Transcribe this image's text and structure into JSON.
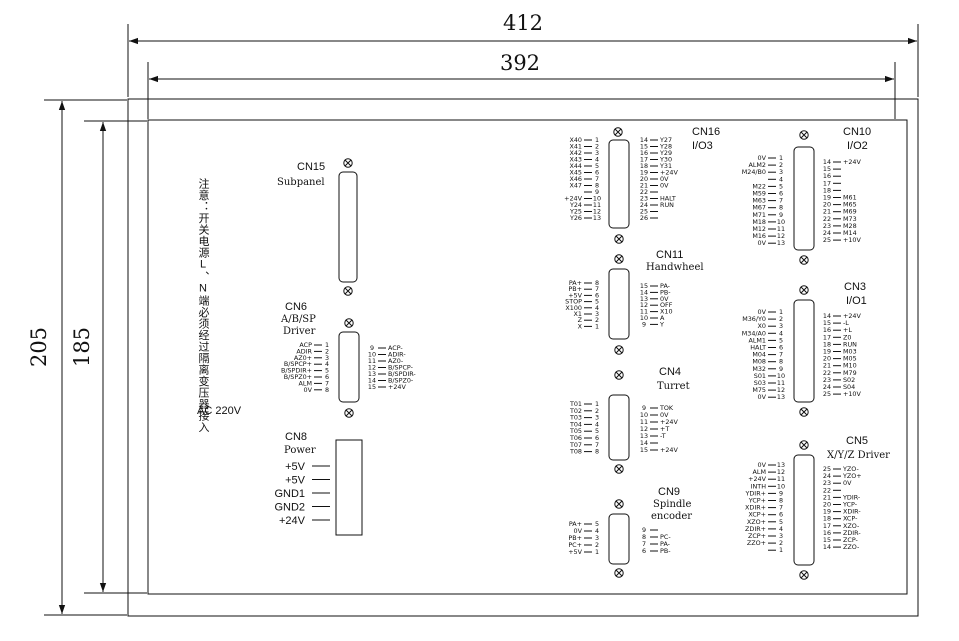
{
  "dimensions": {
    "outer_width": "412",
    "inner_width": "392",
    "outer_height": "205",
    "inner_height": "185"
  },
  "note": {
    "vertical_text": "注意：开关电源L、N端必须经过隔离变压器接入",
    "voltage": "AC 220V"
  },
  "connectors": {
    "cn15": {
      "name": "CN15",
      "subtitle": "Subpanel"
    },
    "cn6": {
      "name": "CN6",
      "subtitle1": "A/B/SP",
      "subtitle2": "Driver",
      "left": [
        [
          "ACP",
          "1"
        ],
        [
          "ADIR",
          "2"
        ],
        [
          "AZ0+",
          "3"
        ],
        [
          "B/SPCP+",
          "4"
        ],
        [
          "B/SPDIR+",
          "5"
        ],
        [
          "B/SPZ0+",
          "6"
        ],
        [
          "ALM",
          "7"
        ],
        [
          "0V",
          "8"
        ]
      ],
      "right": [
        [
          "9",
          "ACP-"
        ],
        [
          "10",
          "ADIR-"
        ],
        [
          "11",
          "AZ0-"
        ],
        [
          "12",
          "B/SPCP-"
        ],
        [
          "13",
          "B/SPDIR-"
        ],
        [
          "14",
          "B/SPZ0-"
        ],
        [
          "15",
          "+24V"
        ]
      ]
    },
    "cn8": {
      "name": "CN8",
      "subtitle": "Power",
      "pins": [
        "+5V",
        "+5V",
        "GND1",
        "GND2",
        "+24V"
      ]
    },
    "cn16": {
      "name": "CN16",
      "subtitle": "I/O3",
      "left": [
        [
          "X40",
          "1"
        ],
        [
          "X41",
          "2"
        ],
        [
          "X42",
          "3"
        ],
        [
          "X43",
          "4"
        ],
        [
          "X44",
          "5"
        ],
        [
          "X45",
          "6"
        ],
        [
          "X46",
          "7"
        ],
        [
          "X47",
          "8"
        ],
        [
          "",
          "9"
        ],
        [
          "+24V",
          "10"
        ],
        [
          "Y24",
          "11"
        ],
        [
          "Y25",
          "12"
        ],
        [
          "Y26",
          "13"
        ]
      ],
      "right": [
        [
          "14",
          "Y27"
        ],
        [
          "15",
          "Y28"
        ],
        [
          "16",
          "Y29"
        ],
        [
          "17",
          "Y30"
        ],
        [
          "18",
          "Y31"
        ],
        [
          "19",
          "+24V"
        ],
        [
          "20",
          "0V"
        ],
        [
          "21",
          "0V"
        ],
        [
          "22",
          ""
        ],
        [
          "23",
          "HALT"
        ],
        [
          "24",
          "RUN"
        ],
        [
          "25",
          ""
        ],
        [
          "26",
          ""
        ]
      ]
    },
    "cn11": {
      "name": "CN11",
      "subtitle": "Handwheel",
      "left": [
        [
          "PA+",
          "8"
        ],
        [
          "PB+",
          "7"
        ],
        [
          "+5V",
          "6"
        ],
        [
          "STOP",
          "5"
        ],
        [
          "X100",
          "4"
        ],
        [
          "X1",
          "3"
        ],
        [
          "Z",
          "2"
        ],
        [
          "X",
          "1"
        ]
      ],
      "right": [
        [
          "15",
          "PA-"
        ],
        [
          "14",
          "PB-"
        ],
        [
          "13",
          "0V"
        ],
        [
          "12",
          "OFF"
        ],
        [
          "11",
          "X10"
        ],
        [
          "10",
          "A"
        ],
        [
          "9",
          "Y"
        ]
      ]
    },
    "cn4": {
      "name": "CN4",
      "subtitle": "Turret",
      "left": [
        [
          "T01",
          "1"
        ],
        [
          "T02",
          "2"
        ],
        [
          "T03",
          "3"
        ],
        [
          "T04",
          "4"
        ],
        [
          "T05",
          "5"
        ],
        [
          "T06",
          "6"
        ],
        [
          "T07",
          "7"
        ],
        [
          "T08",
          "8"
        ]
      ],
      "right": [
        [
          "9",
          "TOK"
        ],
        [
          "10",
          "0V"
        ],
        [
          "11",
          "+24V"
        ],
        [
          "12",
          "+T"
        ],
        [
          "13",
          "-T"
        ],
        [
          "14",
          ""
        ],
        [
          "15",
          "+24V"
        ]
      ]
    },
    "cn9": {
      "name": "CN9",
      "subtitle1": "Spindle",
      "subtitle2": "encoder",
      "left": [
        [
          "PA+",
          "5"
        ],
        [
          "0V",
          "4"
        ],
        [
          "PB+",
          "3"
        ],
        [
          "PC+",
          "2"
        ],
        [
          "+5V",
          "1"
        ]
      ],
      "right": [
        [
          "9",
          ""
        ],
        [
          "8",
          "PC-"
        ],
        [
          "7",
          "PA-"
        ],
        [
          "6",
          "PB-"
        ]
      ]
    },
    "cn10": {
      "name": "CN10",
      "subtitle": "I/O2",
      "left": [
        [
          "0V",
          "1"
        ],
        [
          "ALM2",
          "2"
        ],
        [
          "M24/B0",
          "3"
        ],
        [
          "",
          "4"
        ],
        [
          "M22",
          "5"
        ],
        [
          "M59",
          "6"
        ],
        [
          "M63",
          "7"
        ],
        [
          "M67",
          "8"
        ],
        [
          "M71",
          "9"
        ],
        [
          "M18",
          "10"
        ],
        [
          "M12",
          "11"
        ],
        [
          "M16",
          "12"
        ],
        [
          "0V",
          "13"
        ]
      ],
      "right": [
        [
          "14",
          "+24V"
        ],
        [
          "15",
          ""
        ],
        [
          "16",
          ""
        ],
        [
          "17",
          ""
        ],
        [
          "18",
          ""
        ],
        [
          "19",
          "M61"
        ],
        [
          "20",
          "M65"
        ],
        [
          "21",
          "M69"
        ],
        [
          "22",
          "M73"
        ],
        [
          "23",
          "M28"
        ],
        [
          "24",
          "M14"
        ],
        [
          "25",
          "+10V"
        ]
      ]
    },
    "cn3": {
      "name": "CN3",
      "subtitle": "I/O1",
      "left": [
        [
          "0V",
          "1"
        ],
        [
          "M36/Y0",
          "2"
        ],
        [
          "X0",
          "3"
        ],
        [
          "M34/A0",
          "4"
        ],
        [
          "ALM1",
          "5"
        ],
        [
          "HALT",
          "6"
        ],
        [
          "M04",
          "7"
        ],
        [
          "M08",
          "8"
        ],
        [
          "M32",
          "9"
        ],
        [
          "S01",
          "10"
        ],
        [
          "S03",
          "11"
        ],
        [
          "M75",
          "12"
        ],
        [
          "0V",
          "13"
        ]
      ],
      "right": [
        [
          "14",
          "+24V"
        ],
        [
          "15",
          "-L"
        ],
        [
          "16",
          "+L"
        ],
        [
          "17",
          "Z0"
        ],
        [
          "18",
          "RUN"
        ],
        [
          "19",
          "M03"
        ],
        [
          "20",
          "M05"
        ],
        [
          "21",
          "M10"
        ],
        [
          "22",
          "M79"
        ],
        [
          "23",
          "S02"
        ],
        [
          "24",
          "S04"
        ],
        [
          "25",
          "+10V"
        ]
      ]
    },
    "cn5": {
      "name": "CN5",
      "subtitle": "X/Y/Z Driver",
      "left": [
        [
          "0V",
          "13"
        ],
        [
          "ALM",
          "12"
        ],
        [
          "+24V",
          "11"
        ],
        [
          "INTH",
          "10"
        ],
        [
          "YDIR+",
          "9"
        ],
        [
          "YCP+",
          "8"
        ],
        [
          "XDIR+",
          "7"
        ],
        [
          "XCP+",
          "6"
        ],
        [
          "XZO+",
          "5"
        ],
        [
          "ZDIR+",
          "4"
        ],
        [
          "ZCP+",
          "3"
        ],
        [
          "ZZO+",
          "2"
        ],
        [
          "",
          "1"
        ]
      ],
      "right": [
        [
          "25",
          "YZO-"
        ],
        [
          "24",
          "YZO+"
        ],
        [
          "23",
          "0V"
        ],
        [
          "22",
          ""
        ],
        [
          "21",
          "YDIR-"
        ],
        [
          "20",
          "YCP-"
        ],
        [
          "19",
          "XDIR-"
        ],
        [
          "18",
          "XCP-"
        ],
        [
          "17",
          "XZO-"
        ],
        [
          "16",
          "ZDIR-"
        ],
        [
          "15",
          "ZCP-"
        ],
        [
          "14",
          "ZZO-"
        ]
      ]
    }
  }
}
